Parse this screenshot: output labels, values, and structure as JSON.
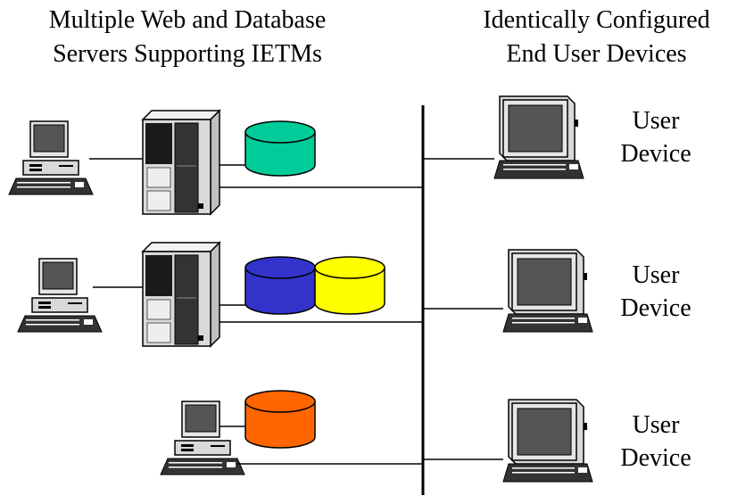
{
  "headings": {
    "left_line1": "Multiple Web and Database",
    "left_line2": "Servers Supporting IETMs",
    "right_line1": "Identically Configured",
    "right_line2": "End User Devices"
  },
  "user_devices": [
    {
      "line1": "User",
      "line2": "Device"
    },
    {
      "line1": "User",
      "line2": "Device"
    },
    {
      "line1": "User",
      "line2": "Device"
    }
  ],
  "colors": {
    "database_1": "#00cc99",
    "database_2": "#3333cc",
    "database_3": "#ffff00",
    "database_4": "#ff6600"
  },
  "icons": [
    "desktop-computer-icon",
    "server-tower-icon",
    "database-icon",
    "laptop-icon"
  ]
}
